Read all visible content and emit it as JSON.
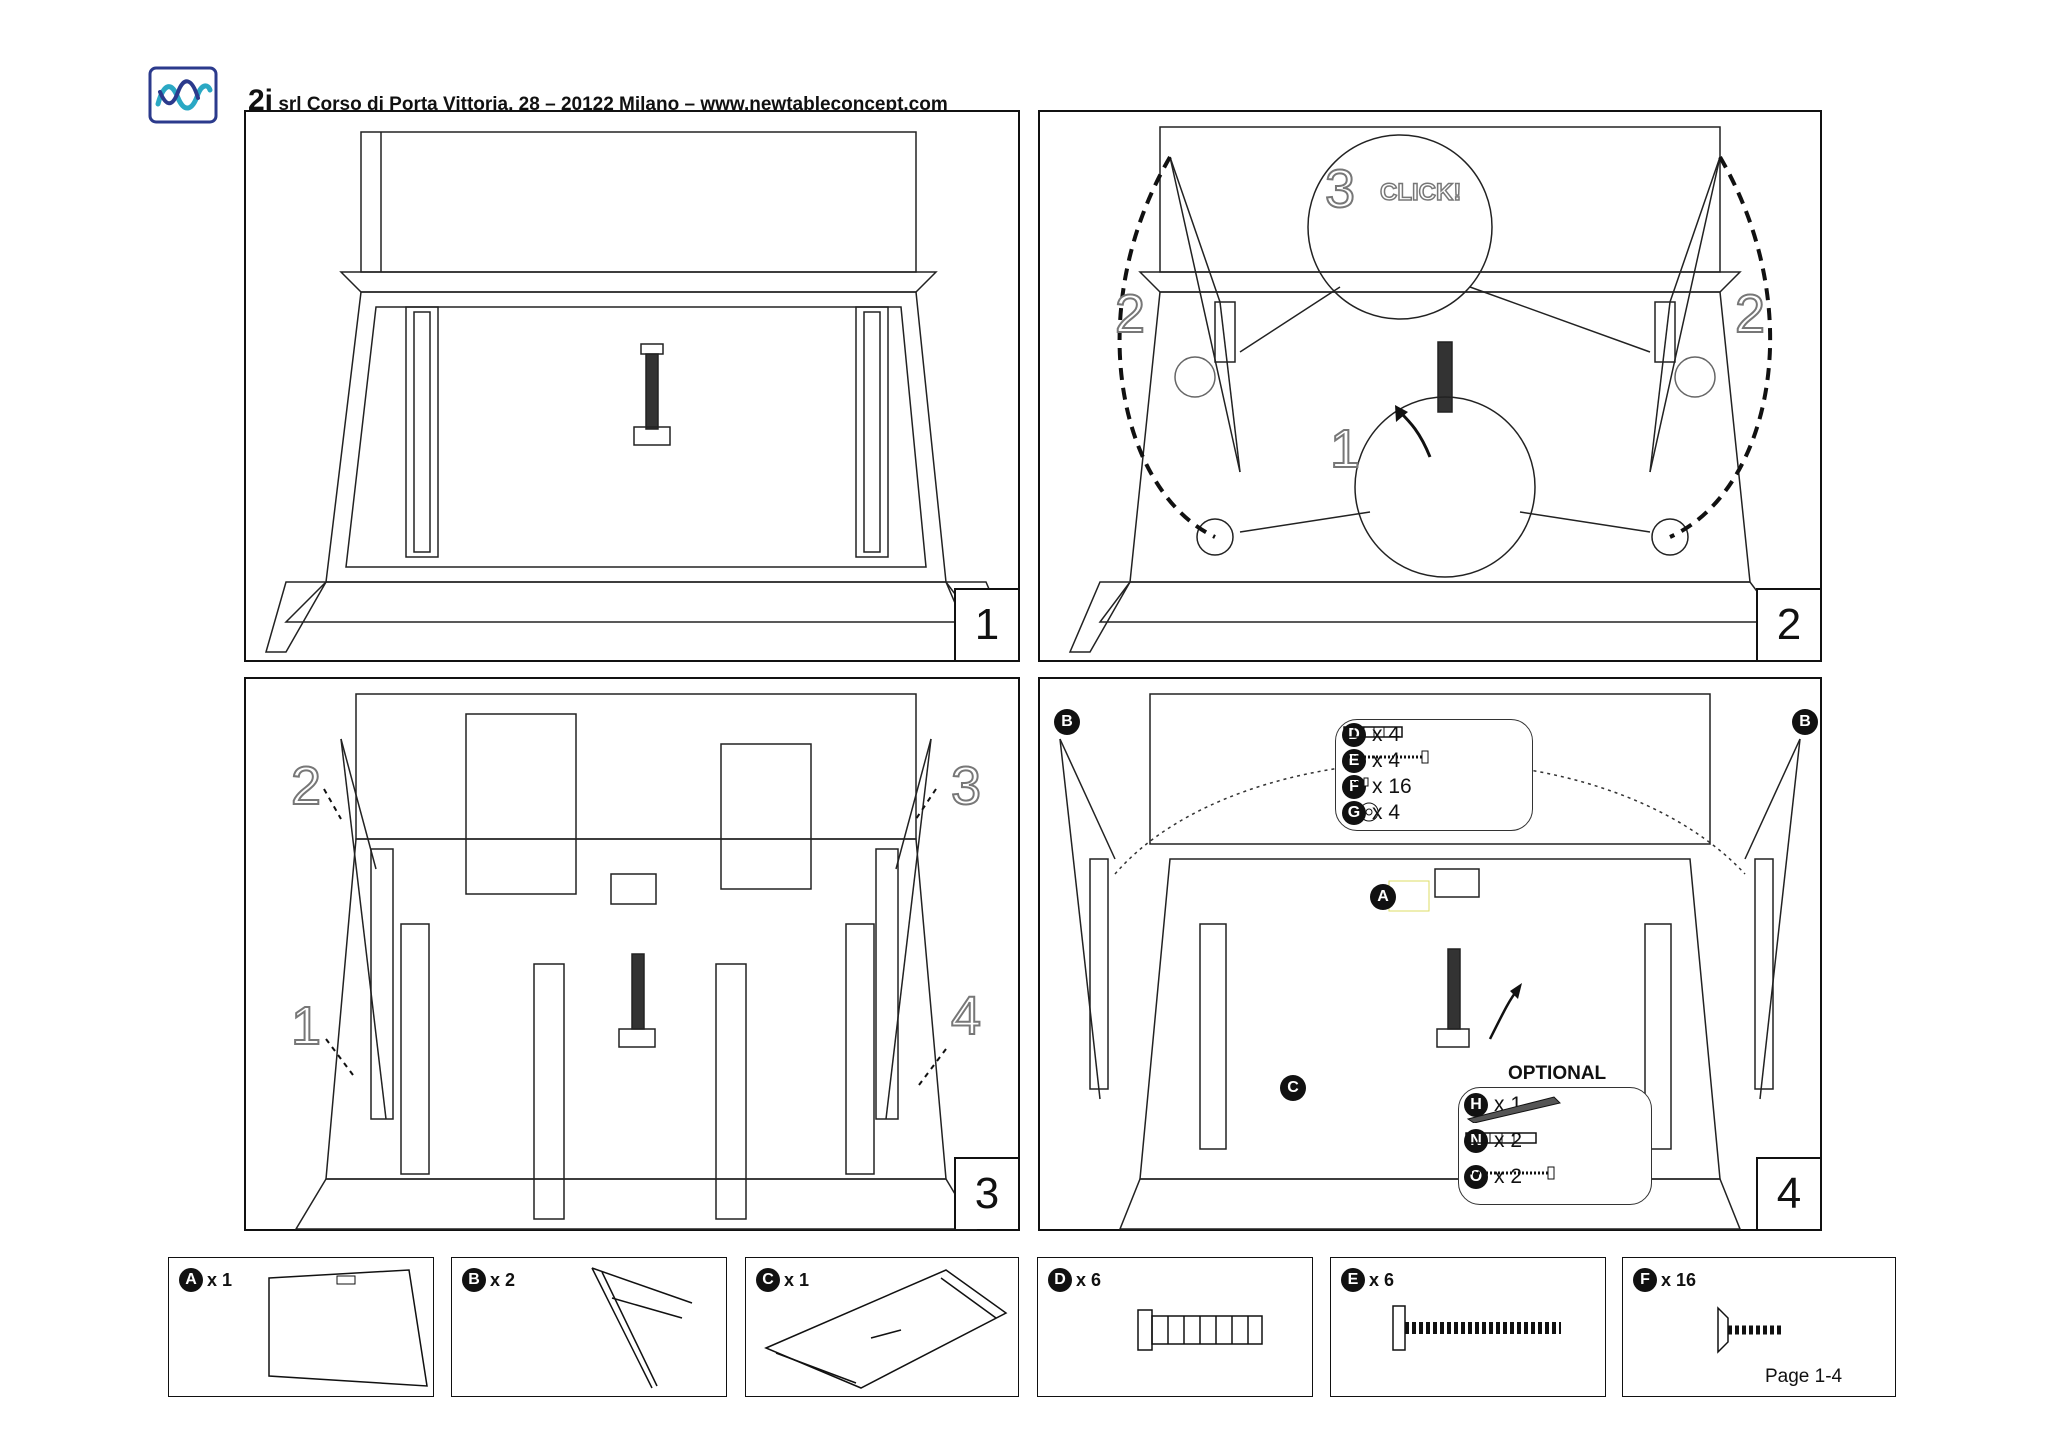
{
  "header": {
    "brand": "2i",
    "address": "srl Corso di Porta Vittoria, 28 – 20122 Milano – www.newtableconcept.com"
  },
  "steps": [
    {
      "number": "1"
    },
    {
      "number": "2",
      "callouts": [
        "3",
        "CLICK!",
        "2",
        "2",
        "1"
      ]
    },
    {
      "number": "3",
      "callouts": [
        "2",
        "3",
        "1",
        "4"
      ]
    },
    {
      "number": "4",
      "markers": [
        "B",
        "B",
        "A",
        "C"
      ],
      "kit": [
        {
          "letter": "D",
          "qty": "x 4"
        },
        {
          "letter": "E",
          "qty": "x 4"
        },
        {
          "letter": "F",
          "qty": "x 16"
        },
        {
          "letter": "G",
          "qty": "x 4"
        }
      ],
      "optional": {
        "title": "OPTIONAL",
        "items": [
          {
            "letter": "H",
            "qty": "x 1"
          },
          {
            "letter": "N",
            "qty": "x 2"
          },
          {
            "letter": "O",
            "qty": "x 2"
          }
        ]
      }
    }
  ],
  "parts": [
    {
      "letter": "A",
      "qty": "x 1"
    },
    {
      "letter": "B",
      "qty": "x 2"
    },
    {
      "letter": "C",
      "qty": "x 1"
    },
    {
      "letter": "D",
      "qty": "x 6"
    },
    {
      "letter": "E",
      "qty": "x 6"
    },
    {
      "letter": "F",
      "qty": "x 16"
    }
  ],
  "page_label": "Page 1-4",
  "colors": {
    "logo_teal": "#2aa8c4",
    "logo_navy": "#2b3a8c",
    "line": "#111111"
  }
}
